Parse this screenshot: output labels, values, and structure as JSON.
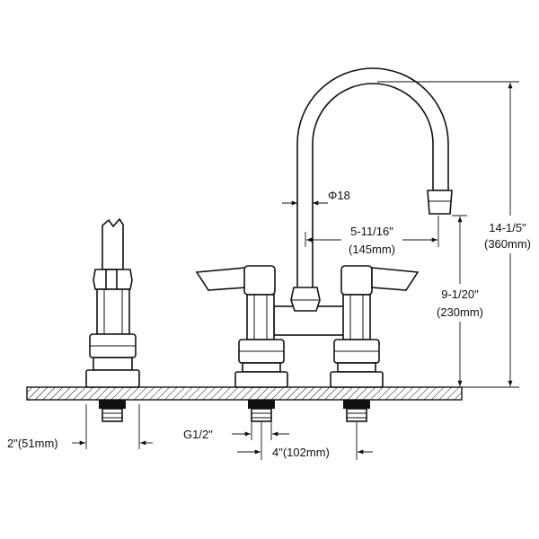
{
  "diagram": {
    "labels": {
      "phi18": "Φ18",
      "spout_reach_in": "5-11/16\"",
      "spout_reach_mm": "(145mm)",
      "overall_height_in": "14-1/5\"",
      "overall_height_mm": "(360mm)",
      "spout_height_in": "9-1/20\"",
      "spout_height_mm": "(230mm)",
      "thread_size": "G1/2\"",
      "center_spacing": "4\"(102mm)",
      "shank_width": "2\"(51mm)"
    },
    "line_color": "#111111",
    "hatch_color": "#111111"
  }
}
